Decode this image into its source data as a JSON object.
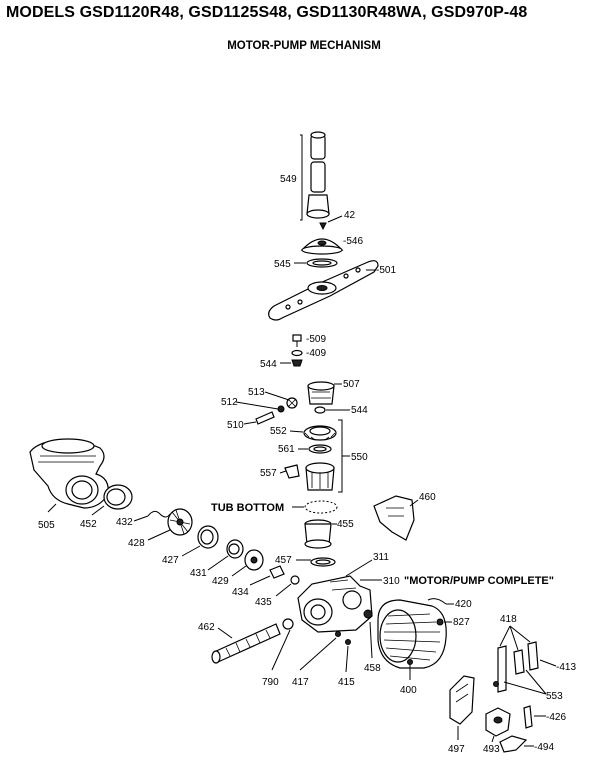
{
  "header": {
    "title": "MODELS GSD1120R48, GSD1125S48, GSD1130R48WA, GSD970P-48",
    "subtitle": "MOTOR-PUMP MECHANISM"
  },
  "callouts": {
    "tub_bottom": "TUB BOTTOM",
    "motor_pump_complete": "\"MOTOR/PUMP COMPLETE\""
  },
  "parts": {
    "p549": "549",
    "p42": "42",
    "p546": "-546",
    "p545": "545",
    "p501": "-501",
    "p509": "-509",
    "p409": "-409",
    "p544a": "544",
    "p507": "507",
    "p513": "513",
    "p512": "512",
    "p544b": "544",
    "p510": "510",
    "p552": "552",
    "p561": "561",
    "p550": "550",
    "p557": "557",
    "p505": "505",
    "p452": "452",
    "p432": "432",
    "p428": "428",
    "p427": "427",
    "p431": "431",
    "p429": "429",
    "p434": "434",
    "p435": "435",
    "p457": "457",
    "p455": "455",
    "p460": "460",
    "p311": "311",
    "p310": "310",
    "p420": "420",
    "p827": "827",
    "p462": "462",
    "p790": "790",
    "p417": "417",
    "p415": "415",
    "p458": "458",
    "p400": "400",
    "p418": "418",
    "p413": "-413",
    "p553": "553",
    "p426": "-426",
    "p497": "497",
    "p493": "493",
    "p494": "-494"
  }
}
